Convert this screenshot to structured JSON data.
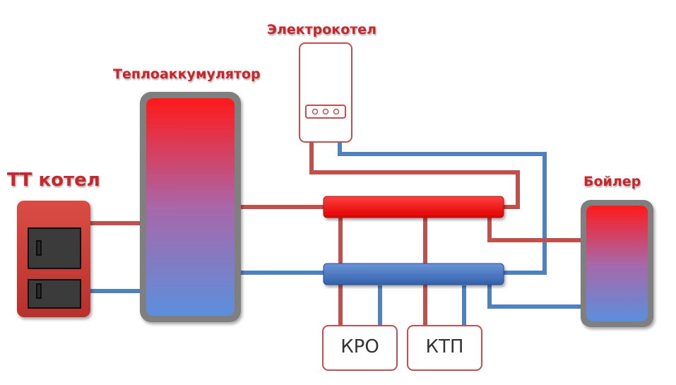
{
  "labels": {
    "tt_boiler": "ТТ котел",
    "heat_accumulator": "Теплоаккумулятор",
    "electric_boiler": "Электрокотел",
    "water_heater": "Бойлер",
    "kro": "КРО",
    "ktp": "КТП"
  },
  "colors": {
    "hot_pipe": "#c0504d",
    "cold_pipe": "#4f81bd",
    "hot_manifold": "#ff0000",
    "cold_manifold": "#3d6fbf",
    "label_red": "#c8262b",
    "tank_frame": "#7f7f7f"
  }
}
